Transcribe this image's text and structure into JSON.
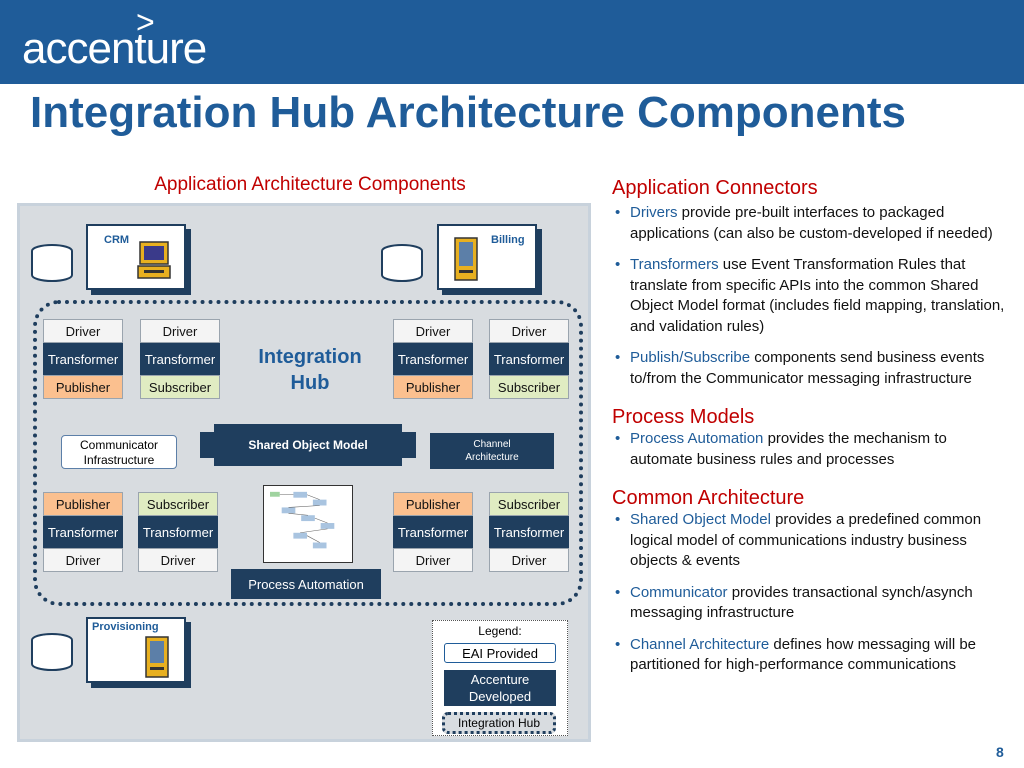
{
  "header": {
    "logo_text": "accenture",
    "logo_mark": ">",
    "title": "Integration Hub Architecture Components",
    "bar_color": "#1F5C99"
  },
  "diagram": {
    "title": "Application Architecture Components",
    "systems": {
      "crm": "CRM",
      "billing": "Billing",
      "provisioning": "Provisioning"
    },
    "hub_label": [
      "Integration",
      "Hub"
    ],
    "top_stacks": [
      [
        "Driver",
        "Transformer",
        "Publisher"
      ],
      [
        "Driver",
        "Transformer",
        "Subscriber"
      ],
      [
        "Driver",
        "Transformer",
        "Publisher"
      ],
      [
        "Driver",
        "Transformer",
        "Subscriber"
      ]
    ],
    "bottom_stacks": [
      [
        "Publisher",
        "Transformer",
        "Driver"
      ],
      [
        "Subscriber",
        "Transformer",
        "Driver"
      ],
      [
        "Publisher",
        "Transformer",
        "Driver"
      ],
      [
        "Subscriber",
        "Transformer",
        "Driver"
      ]
    ],
    "shared_object_model": "Shared Object Model",
    "communicator": [
      "Communicator",
      "Infrastructure"
    ],
    "channel": [
      "Channel",
      "Architecture"
    ],
    "process_automation": "Process Automation",
    "legend": {
      "title": "Legend:",
      "eai": "EAI Provided",
      "accenture": [
        "Accenture",
        "Developed"
      ],
      "hub": "Integration Hub"
    }
  },
  "right": {
    "sections": [
      {
        "heading": "Application Connectors",
        "bullets": [
          {
            "term": "Drivers",
            "text": " provide pre-built interfaces to packaged applications (can also be custom-developed if needed)"
          },
          {
            "term": "Transformers",
            "text": " use Event Transformation Rules that translate from specific APIs into the common Shared Object Model format (includes field mapping, translation, and validation rules)"
          },
          {
            "term": "Publish/Subscribe",
            "text": " components send business events to/from the Communicator messaging infrastructure"
          }
        ]
      },
      {
        "heading": "Process Models",
        "bullets": [
          {
            "term": "Process Automation",
            "text": " provides the mechanism to automate business rules and processes"
          }
        ]
      },
      {
        "heading": "Common Architecture",
        "bullets": [
          {
            "term": "Shared Object Model",
            "text": " provides a predefined common logical model of communications industry business objects & events"
          },
          {
            "term": "Communicator",
            "text": " provides transactional synch/asynch messaging infrastructure"
          },
          {
            "term": "Channel Architecture",
            "text": " defines how messaging will be partitioned for high-performance communications"
          }
        ]
      }
    ]
  },
  "page_number": "8"
}
